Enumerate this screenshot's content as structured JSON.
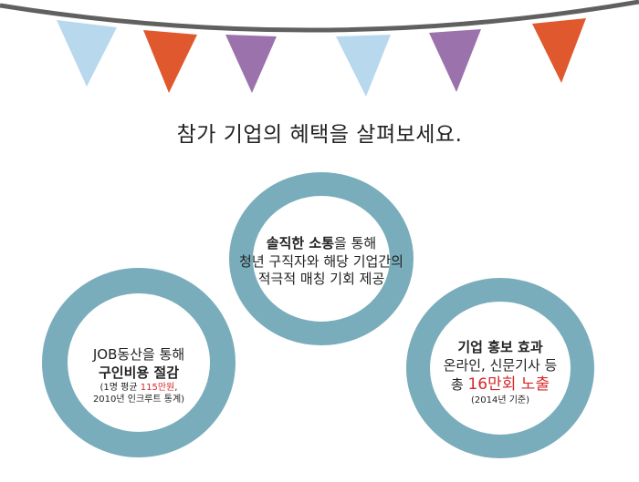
{
  "title": "참가 기업의 혜택을 살펴보세요.",
  "colors": {
    "ring": "#6ea6b6",
    "string": "#606060",
    "flag_blue": "#b8d8ee",
    "flag_orange": "#e0582e",
    "flag_purple": "#9c72ad",
    "highlight": "#d8272a"
  },
  "benefits": [
    {
      "bold": "솔직한 소통",
      "rest": "을 통해",
      "line2": "청년 구직자와 해당 기업간의",
      "line3": "적극적 매칭 기회 제공"
    },
    {
      "line1": "JOB동산을 통해",
      "bold": "구인비용 절감",
      "note_prefix": "(1명 평균 ",
      "note_highlight": "115만원",
      "note_suffix": ",",
      "note_line2": "2010년 인크루트 통계)"
    },
    {
      "bold": "기업 홍보 효과",
      "line2": "온라인, 신문기사 등",
      "prefix": "총 ",
      "highlight": "16만회 노출",
      "note": "(2014년 기준)"
    }
  ]
}
